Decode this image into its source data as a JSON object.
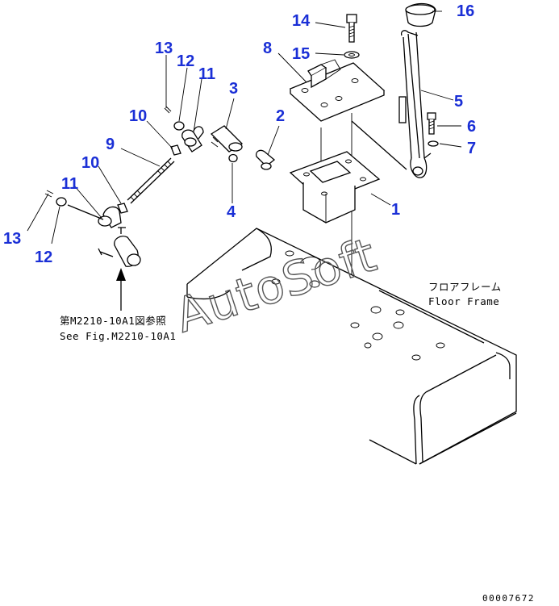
{
  "callouts": {
    "c1": "1",
    "c2": "2",
    "c3": "3",
    "c4": "4",
    "c5": "5",
    "c6": "6",
    "c7": "7",
    "c8": "8",
    "c9": "9",
    "c10a": "10",
    "c10b": "10",
    "c11a": "11",
    "c11b": "11",
    "c12a": "12",
    "c12b": "12",
    "c13a": "13",
    "c13b": "13",
    "c14": "14",
    "c15": "15",
    "c16": "16"
  },
  "labels": {
    "floor_frame_jp": "フロアフレーム",
    "floor_frame_en": "Floor Frame",
    "ref_jp": "第M2210-10A1図参照",
    "ref_en": "See Fig.M2210-10A1",
    "doc_number": "00007672",
    "watermark": "AutoSoft"
  },
  "colors": {
    "callout": "#1a2fd6",
    "line": "#000000",
    "watermark_stroke": "#555555"
  }
}
